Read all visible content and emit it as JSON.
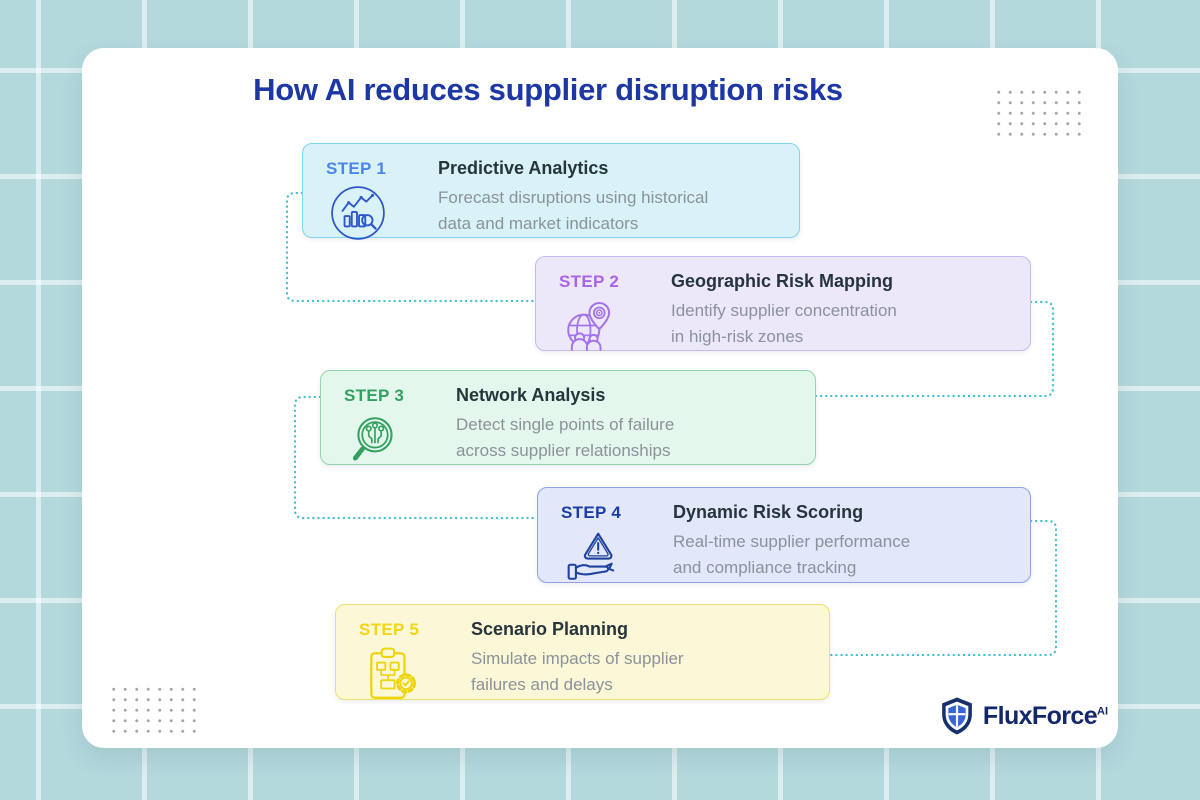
{
  "header": {
    "title": "How AI reduces supplier disruption risks"
  },
  "colors": {
    "background": "#b4d9dd",
    "panel": "#ffffff",
    "title_text": "#1d37a5",
    "connector": "#3fbdd3",
    "card_title_text": "#26343c",
    "card_desc_text": "#8b929b"
  },
  "steps": [
    {
      "label": "STEP 1",
      "title": "Predictive Analytics",
      "description": "Forecast disruptions using historical\ndata and market indicators",
      "icon": "chart-with-magnifier-icon",
      "accent": "#4a86ea",
      "icon_color": "#2e56c6",
      "bg": "#d8f2f8",
      "border": "#7fd4ee"
    },
    {
      "label": "STEP 2",
      "title": "Geographic Risk Mapping",
      "description": "Identify supplier concentration\nin high-risk zones",
      "icon": "globe-location-pin-icon",
      "accent": "#a863e6",
      "icon_color": "#a473ea",
      "bg": "#ece8f9",
      "border": "#cbbaf0"
    },
    {
      "label": "STEP 3",
      "title": "Network Analysis",
      "description": "Detect single points of failure\nacross supplier relationships",
      "icon": "network-magnifier-icon",
      "accent": "#33a05f",
      "icon_color": "#33a05f",
      "bg": "#e4f7ec",
      "border": "#94d6ac"
    },
    {
      "label": "STEP 4",
      "title": "Dynamic Risk Scoring",
      "description": "Real-time supplier performance\nand compliance tracking",
      "icon": "hand-warning-triangle-icon",
      "accent": "#1c3da5",
      "icon_color": "#1e429f",
      "bg": "#e2e7fa",
      "border": "#8ea2e2"
    },
    {
      "label": "STEP 5",
      "title": "Scenario Planning",
      "description": "Simulate impacts of supplier\nfailures and delays",
      "icon": "clipboard-gear-icon",
      "accent": "#f5d413",
      "icon_color": "#eed40c",
      "bg": "#fcf8d7",
      "border": "#efe26a"
    }
  ],
  "logo": {
    "brand": "FluxForce",
    "superscript": "AI",
    "icon": "shield-icon"
  }
}
